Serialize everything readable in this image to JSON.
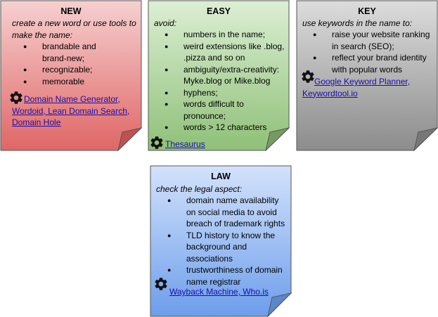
{
  "cards": {
    "new": {
      "title": "NEW",
      "intro": "create a new word or use tools to make the name:",
      "items": [
        "brandable and brand-new;",
        "recognizable;",
        "memorable"
      ],
      "tools": "Domain Name Generator, Wordoid, Lean Domain Search, Domain Hole",
      "tool_icon": "gear-icon",
      "color": "#e06666"
    },
    "easy": {
      "title": "EASY",
      "intro": "avoid:",
      "items": [
        "numbers in the name;",
        "weird extensions like .blog, .pizza and so on",
        "ambiguity/extra-creativity: Myke.blog or Mike.blog",
        "hyphens;",
        "words difficult to pronounce;",
        "words > 12 characters"
      ],
      "tools": "Thesaurus",
      "tool_icon": "gear-icon",
      "color": "#93c47d"
    },
    "key": {
      "title": "KEY",
      "intro": "use keywords in the name to:",
      "items": [
        "raise your website ranking in search (SEO);",
        "reflect your brand identity with popular words"
      ],
      "tools": "Google Keyword Planner, Keywordtool.io",
      "tool_icon": "gear-icon",
      "color": "#999999"
    },
    "law": {
      "title": "LAW",
      "intro": "check the legal aspect:",
      "items": [
        "domain name availability on social media to avoid breach of trademark rights",
        "TLD history to know the background and associations",
        "trustworthiness of domain name registrar"
      ],
      "tools": "Wayback Machine, Who.is",
      "tool_icon": "gear-icon",
      "color": "#6d9eeb"
    }
  }
}
